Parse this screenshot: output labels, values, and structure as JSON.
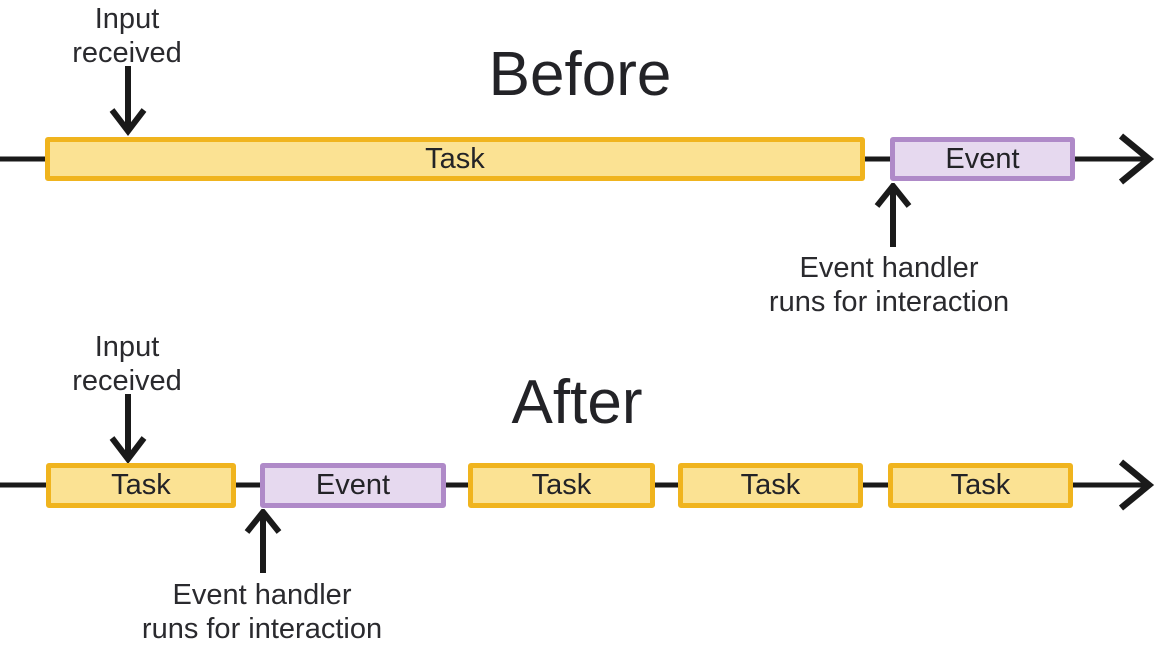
{
  "sections": [
    {
      "title": "Before",
      "input_label_line1": "Input",
      "input_label_line2": "received",
      "handler_label_line1": "Event handler",
      "handler_label_line2": "runs for interaction",
      "bars": [
        {
          "type": "task",
          "label": "Task"
        },
        {
          "type": "event",
          "label": "Event"
        }
      ]
    },
    {
      "title": "After",
      "input_label_line1": "Input",
      "input_label_line2": "received",
      "handler_label_line1": "Event handler",
      "handler_label_line2": "runs for interaction",
      "bars": [
        {
          "type": "task",
          "label": "Task"
        },
        {
          "type": "event",
          "label": "Event"
        },
        {
          "type": "task",
          "label": "Task"
        },
        {
          "type": "task",
          "label": "Task"
        },
        {
          "type": "task",
          "label": "Task"
        }
      ]
    }
  ],
  "colors": {
    "task_fill": "#FBE293",
    "task_border": "#F0B41E",
    "event_fill": "#E6D9EF",
    "event_border": "#AF8AC8",
    "arrow": "#1A1A1A",
    "text": "#202124"
  }
}
